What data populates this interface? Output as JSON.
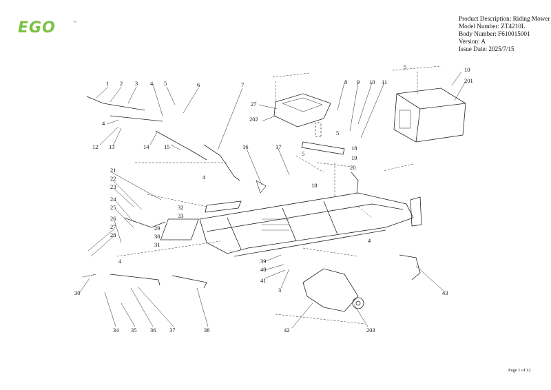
{
  "brand": {
    "logo_text": "EGO",
    "trademark": "™"
  },
  "product_info": {
    "description": "Product Description: Riding Mower",
    "model": "Model Number: ZT4210L",
    "body": "Body Number: F610015001",
    "version": "Version: A",
    "issue_date": "Issue Date: 2025/7/15"
  },
  "callouts": [
    "1",
    "2",
    "3",
    "4",
    "5",
    "6",
    "7",
    "4",
    "12",
    "13",
    "14",
    "15",
    "4",
    "21",
    "22",
    "23",
    "24",
    "25",
    "26",
    "27",
    "28",
    "29",
    "30",
    "31",
    "32",
    "33",
    "4",
    "30",
    "34",
    "35",
    "36",
    "37",
    "38",
    "16",
    "17",
    "5",
    "18",
    "27",
    "202",
    "8",
    "9",
    "10",
    "11",
    "5",
    "18",
    "19",
    "20",
    "5",
    "10",
    "201",
    "39",
    "40",
    "41",
    "3",
    "4",
    "42",
    "203",
    "43"
  ],
  "footer": {
    "page": "Page 1 of 12"
  },
  "colors": {
    "brand_green": "#7ac143",
    "line": "#222222"
  }
}
